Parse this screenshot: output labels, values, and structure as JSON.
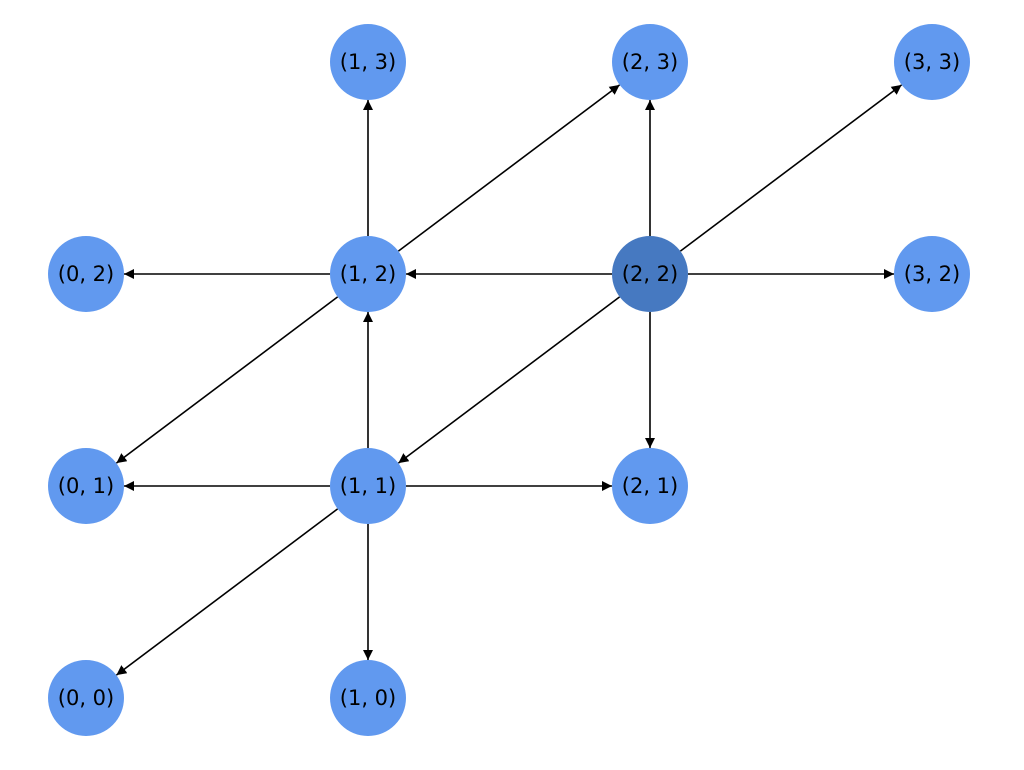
{
  "graph": {
    "colors": {
      "node": "#6199ef",
      "highlight_node": "#4679c1",
      "edge": "#000000"
    },
    "nodes": [
      {
        "id": "0,0",
        "label": "(0, 0)",
        "highlight": false
      },
      {
        "id": "1,0",
        "label": "(1, 0)",
        "highlight": false
      },
      {
        "id": "0,1",
        "label": "(0, 1)",
        "highlight": false
      },
      {
        "id": "1,1",
        "label": "(1, 1)",
        "highlight": false
      },
      {
        "id": "2,1",
        "label": "(2, 1)",
        "highlight": false
      },
      {
        "id": "0,2",
        "label": "(0, 2)",
        "highlight": false
      },
      {
        "id": "1,2",
        "label": "(1, 2)",
        "highlight": false
      },
      {
        "id": "2,2",
        "label": "(2, 2)",
        "highlight": true
      },
      {
        "id": "3,2",
        "label": "(3, 2)",
        "highlight": false
      },
      {
        "id": "1,3",
        "label": "(1, 3)",
        "highlight": false
      },
      {
        "id": "2,3",
        "label": "(2, 3)",
        "highlight": false
      },
      {
        "id": "3,3",
        "label": "(3, 3)",
        "highlight": false
      }
    ],
    "edges": [
      {
        "from": "1,1",
        "to": "0,0"
      },
      {
        "from": "1,1",
        "to": "1,0"
      },
      {
        "from": "1,1",
        "to": "0,1"
      },
      {
        "from": "1,1",
        "to": "2,1"
      },
      {
        "from": "1,1",
        "to": "1,2"
      },
      {
        "from": "1,2",
        "to": "0,2"
      },
      {
        "from": "1,2",
        "to": "0,1"
      },
      {
        "from": "1,2",
        "to": "1,3"
      },
      {
        "from": "1,2",
        "to": "2,3"
      },
      {
        "from": "2,2",
        "to": "1,2"
      },
      {
        "from": "2,2",
        "to": "3,2"
      },
      {
        "from": "2,2",
        "to": "2,3"
      },
      {
        "from": "2,2",
        "to": "3,3"
      },
      {
        "from": "2,2",
        "to": "2,1"
      },
      {
        "from": "2,2",
        "to": "1,1"
      }
    ]
  }
}
